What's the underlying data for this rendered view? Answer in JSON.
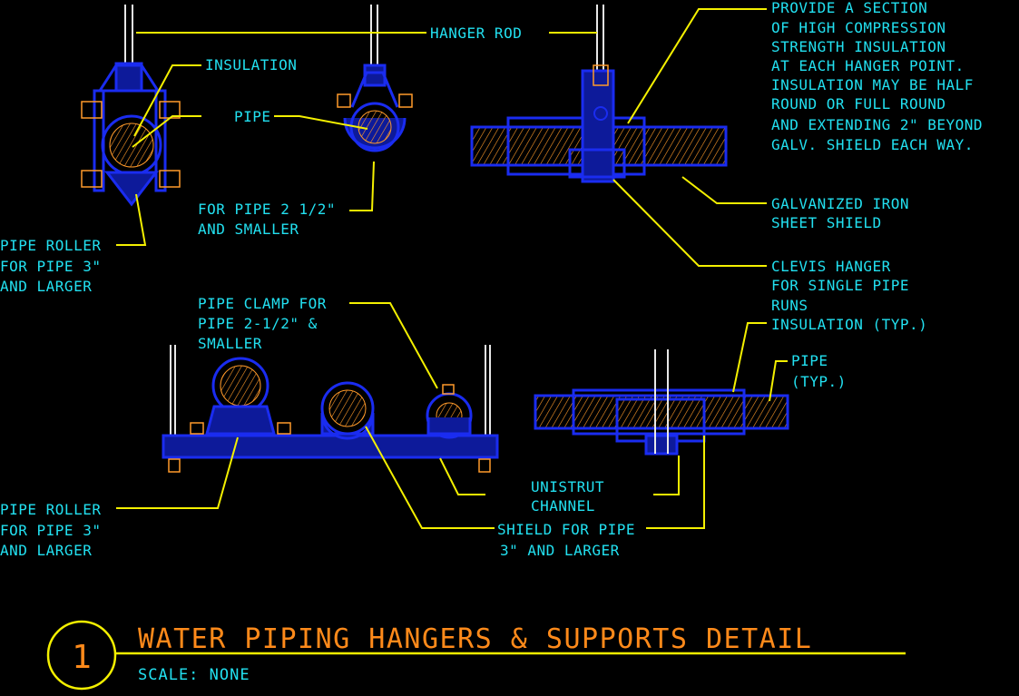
{
  "labels": {
    "hanger_rod": "HANGER ROD",
    "insulation": "INSULATION",
    "pipe": "PIPE",
    "for_pipe_small": [
      "FOR PIPE 2 1/2\"",
      "AND SMALLER"
    ],
    "pipe_roller_top": [
      "PIPE ROLLER",
      "FOR PIPE 3\"",
      "AND LARGER"
    ],
    "provide_section": [
      "PROVIDE A SECTION",
      "OF HIGH COMPRESSION",
      "STRENGTH INSULATION",
      "AT EACH HANGER POINT.",
      "INSULATION MAY BE HALF",
      "ROUND OR FULL ROUND",
      "AND EXTENDING 2\" BEYOND",
      "GALV. SHIELD EACH WAY."
    ],
    "galvanized_shield": [
      "GALVANIZED IRON",
      "SHEET SHIELD"
    ],
    "clevis_hanger": [
      "CLEVIS HANGER",
      "FOR SINGLE PIPE",
      "RUNS"
    ],
    "insulation_typ": "INSULATION (TYP.)",
    "pipe_typ": [
      "PIPE",
      "(TYP.)"
    ],
    "pipe_clamp": [
      "PIPE CLAMP FOR",
      "PIPE 2-1/2\" &",
      "SMALLER"
    ],
    "pipe_roller_bottom": [
      "PIPE ROLLER",
      "FOR PIPE 3\"",
      "AND LARGER"
    ],
    "unistrut_channel": [
      "UNISTRUT",
      "CHANNEL"
    ],
    "shield_for_pipe": [
      "SHIELD FOR PIPE",
      "3\" AND LARGER"
    ]
  },
  "title_block": {
    "number": "1",
    "title": "WATER PIPING HANGERS & SUPPORTS DETAIL",
    "scale": "SCALE: NONE"
  },
  "colors": {
    "text": "#22e0f0",
    "leader": "#f4f000",
    "linework": "#1a2cf0",
    "title": "#ff8a1a",
    "background": "#000000"
  }
}
